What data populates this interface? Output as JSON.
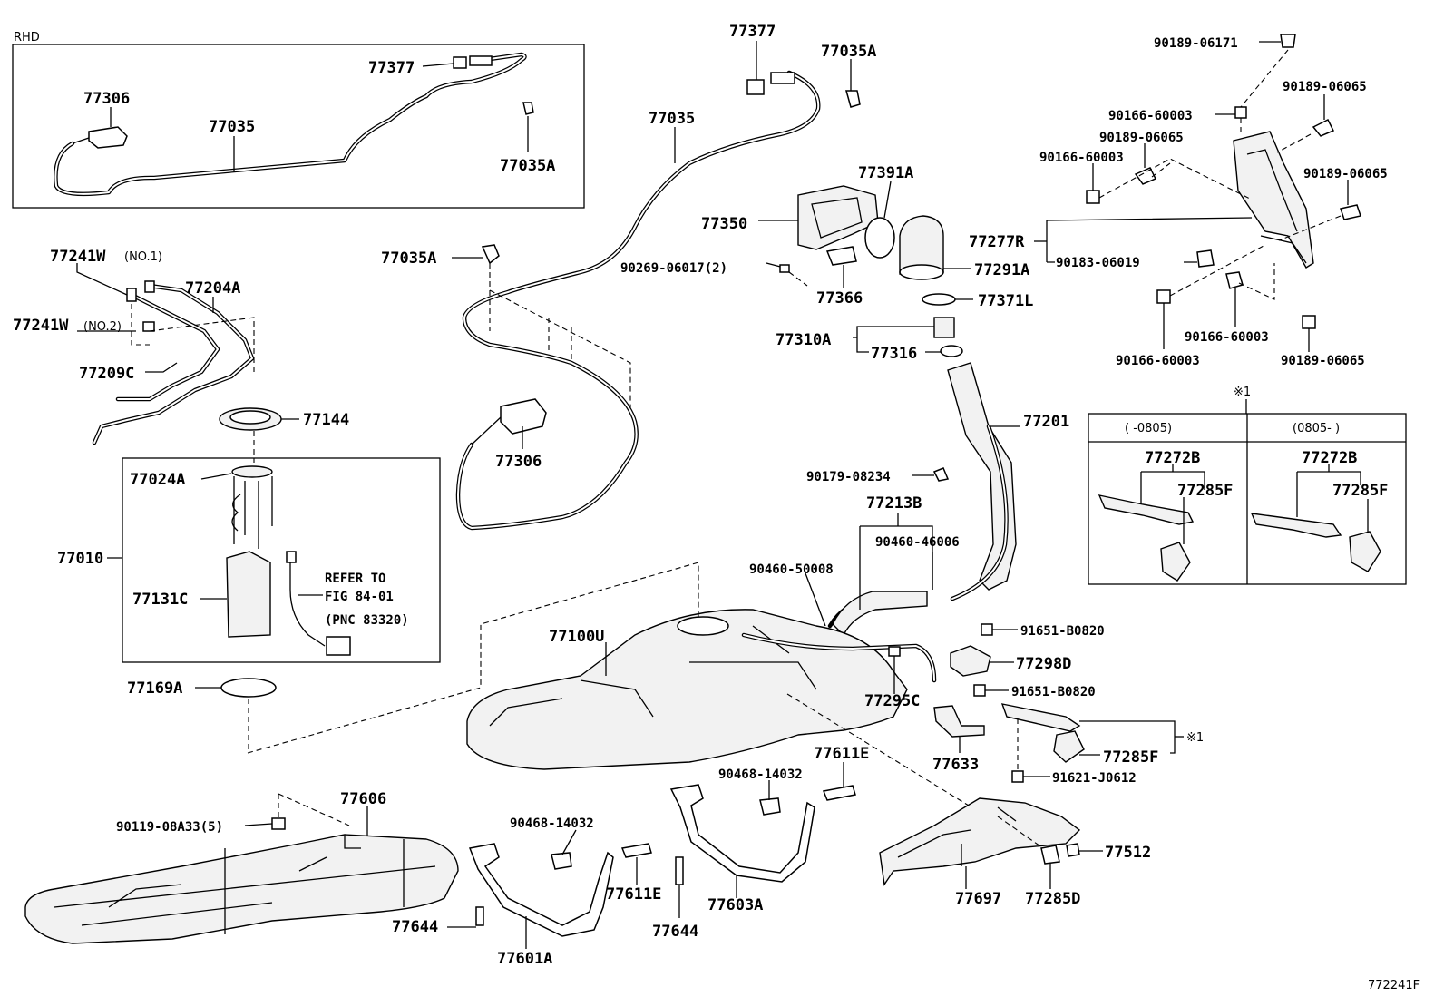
{
  "diagram": {
    "corner_tag": "RHD",
    "figure_id": "772241F",
    "table_marker": "※1",
    "table_cols": [
      "(    -0805)",
      "(0805-    )"
    ],
    "labels": {
      "l77377a": "77377",
      "l77306a": "77306",
      "l77035a_box": "77035",
      "l77035A_box": "77035A",
      "l77377b": "77377",
      "l77035A_top": "77035A",
      "l77035b": "77035",
      "l77035A_mid": "77035A",
      "l77306b": "77306",
      "l77350": "77350",
      "l77391A": "77391A",
      "l90269": "90269-06017(2)",
      "l77366": "77366",
      "l77291A": "77291A",
      "l77371L": "77371L",
      "l77310A": "77310A",
      "l77316": "77316",
      "l77201": "77201",
      "l90179": "90179-08234",
      "l77213B": "77213B",
      "l90460_46006": "90460-46006",
      "l90460_50008": "90460-50008",
      "l91651_a": "91651-B0820",
      "l77298D": "77298D",
      "l91651_b": "91651-B0820",
      "l77295C": "77295C",
      "l77633": "77633",
      "l77285F_main": "77285F",
      "l91621": "91621-J0612",
      "l77100U": "77100U",
      "l77241W1": "77241W",
      "l77241W1_note": "(NO.1)",
      "l77204A": "77204A",
      "l77241W2": "77241W",
      "l77241W2_note": "(NO.2)",
      "l77209C": "77209C",
      "l77144": "77144",
      "l77024A": "77024A",
      "l77010": "77010",
      "l77131C": "77131C",
      "l_refer1": "REFER TO",
      "l_refer2": "FIG 84-01",
      "l_refer3": "(PNC 83320)",
      "l77169A": "77169A",
      "l90189_06171": "90189-06171",
      "l90189_06065_a": "90189-06065",
      "l90166_60003_a": "90166-60003",
      "l90189_06065_b": "90189-06065",
      "l90166_60003_b": "90166-60003",
      "l90189_06065_c": "90189-06065",
      "l77277R": "77277R",
      "l90183": "90183-06019",
      "l90166_60003_c": "90166-60003",
      "l90166_60003_d": "90166-60003",
      "l90189_06065_d": "90189-06065",
      "l77272B_a": "77272B",
      "l77285F_a": "77285F",
      "l77272B_b": "77272B",
      "l77285F_b": "77285F",
      "l77611E_a": "77611E",
      "l90468_a": "90468-14032",
      "l77606": "77606",
      "l90119": "90119-08A33(5)",
      "l90468_b": "90468-14032",
      "l77611E_b": "77611E",
      "l77644_a": "77644",
      "l77644_b": "77644",
      "l77603A": "77603A",
      "l77601A": "77601A",
      "l77697": "77697",
      "l77285D": "77285D",
      "l77512": "77512"
    }
  }
}
